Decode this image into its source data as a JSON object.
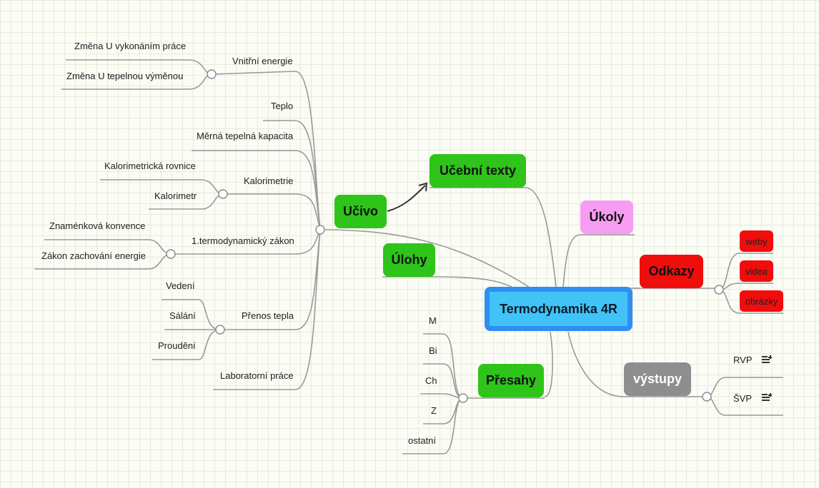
{
  "central": "Termodynamika 4R",
  "topics": {
    "ucivo": "Učivo",
    "ucebni_texty": "Učební texty",
    "ulohy": "Úlohy",
    "ukoly": "Úkoly",
    "odkazy": "Odkazy",
    "vystupy": "výstupy",
    "presahy": "Přesahy"
  },
  "ucivo_branch": {
    "vnitrni_energie": "Vnitřní energie",
    "zmena_prace": "Změna U vykonáním práce",
    "zmena_tepelnou": "Změna U tepelnou výměnou",
    "teplo": "Teplo",
    "merna": "Měrná tepelná kapacita",
    "kalorimetrie": "Kalorimetrie",
    "kal_rovnice": "Kalorimetrická rovnice",
    "kalorimetr": "Kalorimetr",
    "prvni_zakon": "1.termodynamický zákon",
    "znamenkova": "Znaménková konvence",
    "zachovani": "Zákon zachování energie",
    "prenos": "Přenos tepla",
    "vedeni": "Vedení",
    "salani": "Sálání",
    "proudeni": "Proudění",
    "laboratorni": "Laboratorní práce"
  },
  "odkazy_items": [
    "weby",
    "videa",
    "obrázky"
  ],
  "vystupy_items": [
    "RVP",
    "ŠVP"
  ],
  "presahy_items": [
    "M",
    "Bi",
    "Ch",
    "Z",
    "ostatní"
  ],
  "colors": {
    "green": "#2ec41a",
    "central_fill": "#41c3f8",
    "central_border": "#2f8ef2",
    "red": "#f20d0d",
    "pink": "#f79cf3",
    "grey": "#8e8e8e"
  },
  "icons": {
    "note": "note-list-icon"
  }
}
